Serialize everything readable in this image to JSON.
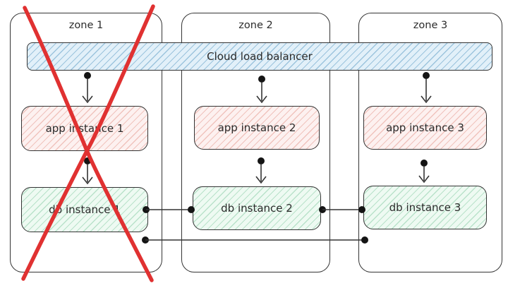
{
  "diagram": {
    "load_balancer": {
      "label": "Cloud load balancer"
    },
    "zones": [
      {
        "label": "zone 1",
        "app": "app instance 1",
        "db": "db instance 1",
        "status": "failed"
      },
      {
        "label": "zone 2",
        "app": "app instance 2",
        "db": "db instance 2",
        "status": "active"
      },
      {
        "label": "zone 3",
        "app": "app instance 3",
        "db": "db instance 3",
        "status": "active"
      }
    ],
    "colors": {
      "stroke": "#343434",
      "lb_fill": "#e2f0f9",
      "lb_hatch": "#9cc4dd",
      "app_fill": "#fdf1f0",
      "app_hatch": "#f0c3bd",
      "db_fill": "#eefaf2",
      "db_hatch": "#b9e2ca",
      "x_color": "#e03131"
    }
  }
}
